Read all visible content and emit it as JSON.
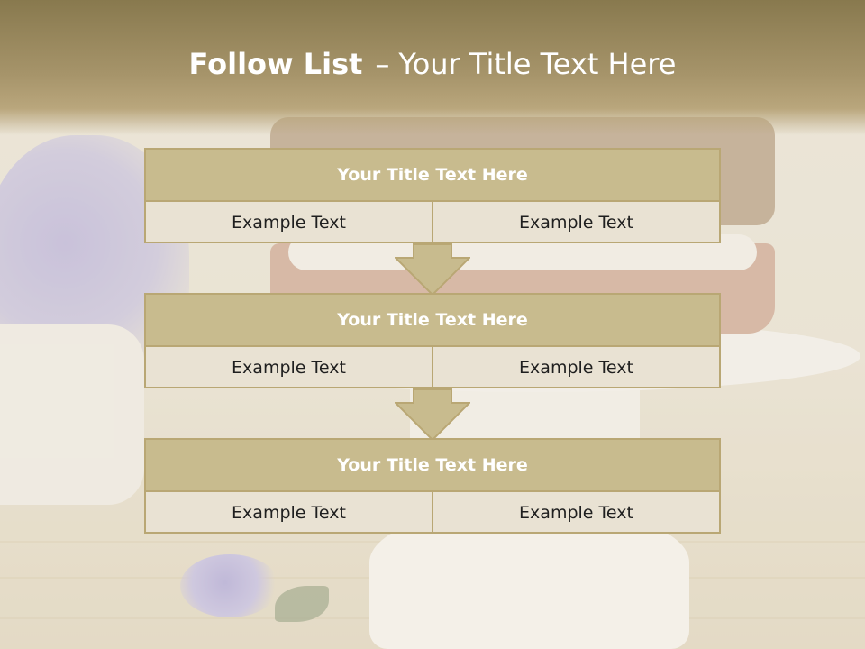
{
  "slide": {
    "title_bold": "Follow List",
    "title_dash": "–",
    "title_rest": "Your Title Text Here"
  },
  "blocks": [
    {
      "title": "Your Title Text Here",
      "cells": [
        "Example Text",
        "Example Text"
      ]
    },
    {
      "title": "Your Title Text Here",
      "cells": [
        "Example Text",
        "Example Text"
      ]
    },
    {
      "title": "Your Title Text Here",
      "cells": [
        "Example Text",
        "Example Text"
      ]
    }
  ],
  "colors": {
    "title_band": "#a6946a",
    "header_fill": "#c8bb8e",
    "border": "#b9a774",
    "cell_fill": "#e9e2d3",
    "arrow_fill": "#c8bb8e"
  },
  "icons": [
    "down-arrow-icon"
  ]
}
